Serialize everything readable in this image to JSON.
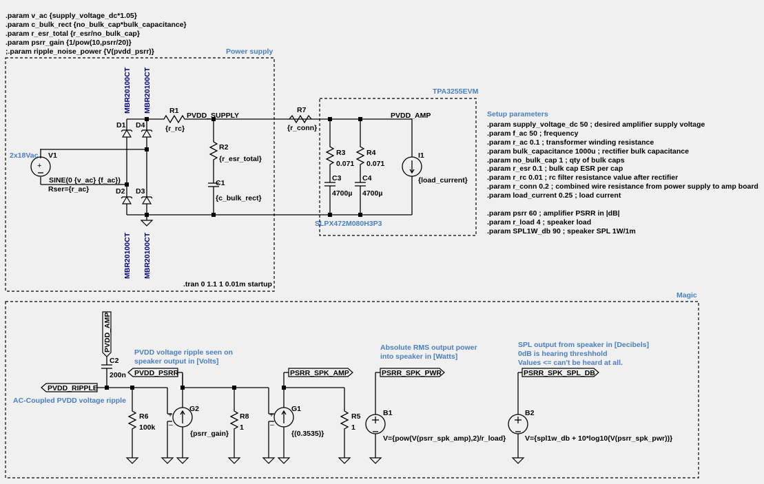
{
  "directives_top": [
    ".param v_ac {supply_voltage_dc*1.05}",
    ".param c_bulk_rect {no_bulk_cap*bulk_capacitance}",
    ".param r_esr_total {r_esr/no_bulk_cap}",
    ".param psrr_gain {1/pow(10,psrr/20)}",
    ";.param ripple_noise_power {V(pvdd_psrr)}"
  ],
  "groups": {
    "power_supply": "Power supply",
    "amp": "TPA3255EVM",
    "magic": "Magic"
  },
  "tran": ".tran 0 1.1 1 0.01m startup",
  "setup": {
    "title": "Setup parameters",
    "lines": [
      ".param supply_voltage_dc 50 ; desired amplifier supply voltage",
      ".param f_ac 50 ; frequency",
      ".param r_ac 0.1 ; transformer winding resistance",
      ".param bulk_capacitance 1000u ; rectifier bulk capacitance",
      ".param no_bulk_cap 1 ; qty of bulk caps",
      ".param r_esr 0.1 ; bulk cap ESR per cap",
      ".param r_rc 0.01 ; rc filter resistance value after rectifier",
      ".param r_conn 0.2 ; combined wire resistance from power supply to amp board",
      ".param load_current 0.25 ; load current",
      "",
      ".param psrr 60 ; amplifier PSRR in |dB|",
      ".param r_load 4 ; speaker load",
      ".param SPL1W_db 90 ; speaker SPL 1W/1m"
    ]
  },
  "components": {
    "V1": {
      "name": "V1",
      "value": "SINE(0 {v_ac} {f_ac})",
      "extra": "Rser={r_ac}",
      "comment": "2x18Vac"
    },
    "D1": {
      "name": "D1",
      "model": "MBR20100CT"
    },
    "D2": {
      "name": "D2",
      "model": "MBR20100CT"
    },
    "D3": {
      "name": "D3",
      "model": "MBR20100CT"
    },
    "D4": {
      "name": "D4",
      "model": "MBR20100CT"
    },
    "R1": {
      "name": "R1",
      "value": "{r_rc}"
    },
    "R2": {
      "name": "R2",
      "value": "{r_esr_total}"
    },
    "C1": {
      "name": "C1",
      "value": "{c_bulk_rect}"
    },
    "R7": {
      "name": "R7",
      "value": "{r_conn}"
    },
    "R3": {
      "name": "R3",
      "value": "0.071"
    },
    "R4": {
      "name": "R4",
      "value": "0.071"
    },
    "C3": {
      "name": "C3",
      "value": "4700µ"
    },
    "C4": {
      "name": "C4",
      "value": "4700µ"
    },
    "I1": {
      "name": "I1",
      "value": "{load_current}"
    },
    "cap_part": "SLPX472M080H3P3",
    "C2": {
      "name": "C2",
      "value": "200n"
    },
    "R6": {
      "name": "R6",
      "value": "100k"
    },
    "G2": {
      "name": "G2",
      "value": "{psrr_gain}"
    },
    "R8": {
      "name": "R8",
      "value": "1"
    },
    "G1": {
      "name": "G1",
      "value": "{(0.3535)}"
    },
    "R5": {
      "name": "R5",
      "value": "1"
    },
    "B1": {
      "name": "B1",
      "value": "V={pow(V(psrr_spk_amp),2)/r_load}"
    },
    "B2": {
      "name": "B2",
      "value": "V={spl1w_db + 10*log10(V(psrr_spk_pwr))}"
    }
  },
  "nets": {
    "pvdd_supply": "PVDD_SUPPLY",
    "pvdd_amp": "PVDD_AMP",
    "pvdd_amp_flag": "PVDD_AMP",
    "pvdd_ripple": "PVDD_RIPPLE",
    "pvdd_psrr": "PVDD_PSRR",
    "psrr_spk_amp": "PSRR_SPK_AMP",
    "psrr_spk_pwr": "PSRR_SPK_PWR",
    "psrr_spk_spl_db": "PSRR_SPK_SPL_DB"
  },
  "comments": {
    "ripple": "AC-Coupled PVDD voltage ripple",
    "psrr_1": "PVDD voltage ripple seen on",
    "psrr_2": "speaker output in [Volts]",
    "pwr_1": "Absolute RMS output power",
    "pwr_2": "into speaker in [Watts]",
    "spl_1": "SPL output from speaker in [Decibels]",
    "spl_2": "0dB is hearing threshhold",
    "spl_3": "Values <= can't be heard at all."
  }
}
